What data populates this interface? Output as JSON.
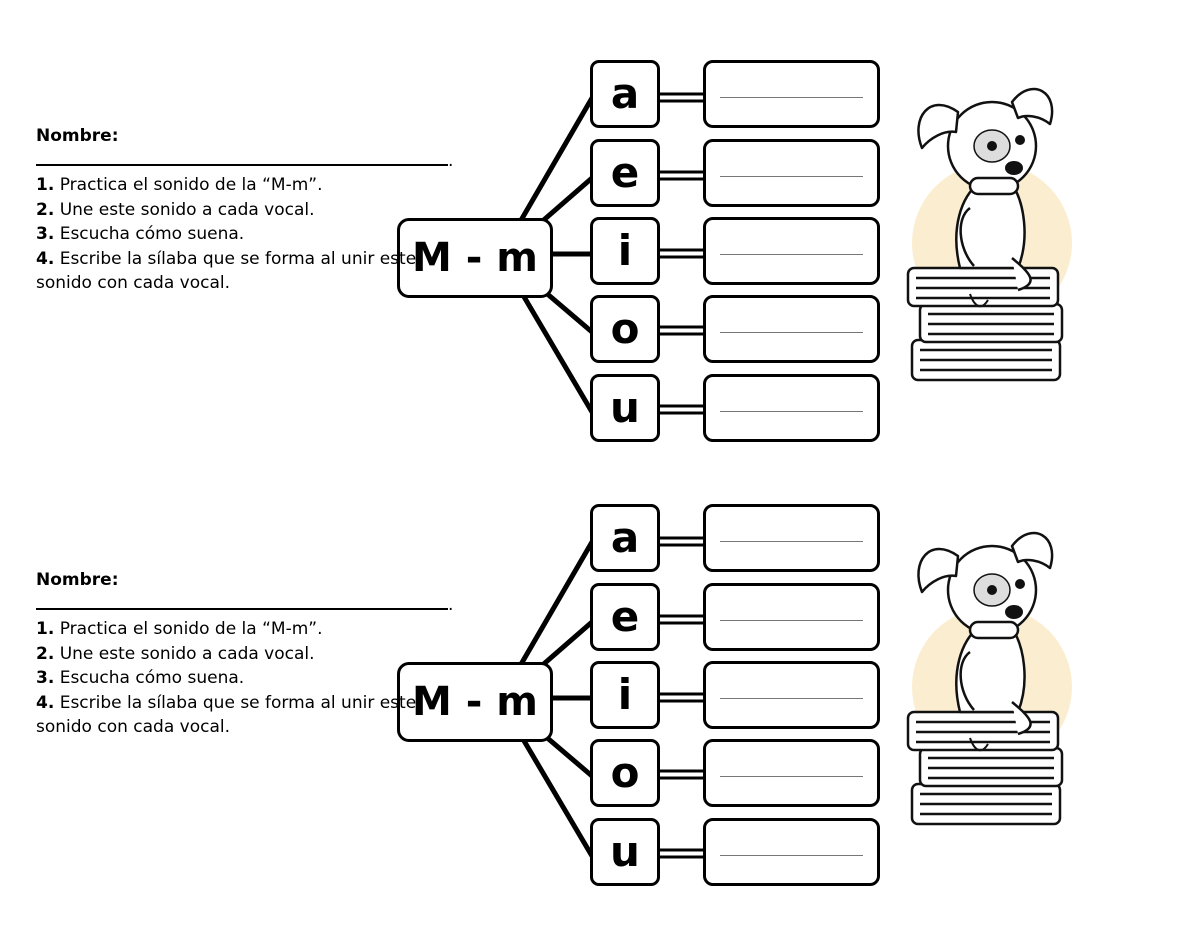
{
  "worksheets": [
    {
      "name_label": "Nombre:",
      "name_dot": ".",
      "steps": [
        {
          "num": "1.",
          "text": "Practica el sonido de la “M-m”."
        },
        {
          "num": "2.",
          "text": "Une este sonido a cada vocal."
        },
        {
          "num": "3.",
          "text": "Escucha cómo suena."
        },
        {
          "num": "4.",
          "text": "Escribe la sílaba que se forma al unir este sonido con cada vocal."
        }
      ],
      "consonant": "M - m",
      "vowels": [
        "a",
        "e",
        "i",
        "o",
        "u"
      ]
    },
    {
      "name_label": "Nombre:",
      "name_dot": ".",
      "steps": [
        {
          "num": "1.",
          "text": "Practica el sonido de la “M-m”."
        },
        {
          "num": "2.",
          "text": "Une este sonido a cada vocal."
        },
        {
          "num": "3.",
          "text": "Escucha cómo suena."
        },
        {
          "num": "4.",
          "text": "Escribe la sílaba que se forma al unir este sonido con cada vocal."
        }
      ],
      "consonant": "M - m",
      "vowels": [
        "a",
        "e",
        "i",
        "o",
        "u"
      ]
    }
  ],
  "illustration": {
    "icon": "puppy-on-books-icon",
    "sun_color": "#fbeed0"
  }
}
